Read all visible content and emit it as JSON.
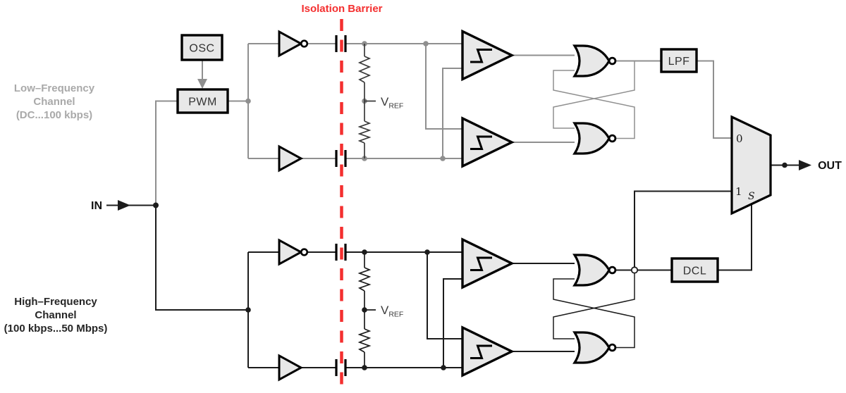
{
  "labels": {
    "isolation_barrier": "Isolation Barrier",
    "low_freq_channel": [
      "Low–Frequency",
      "Channel",
      "(DC...100 kbps)"
    ],
    "high_freq_channel": [
      "High–Frequency",
      "Channel",
      "(100 kbps...50 Mbps)"
    ],
    "in_port": "IN",
    "out_port": "OUT"
  },
  "blocks": {
    "osc": "OSC",
    "pwm": "PWM",
    "lpf": "LPF",
    "dcl": "DCL"
  },
  "vref": {
    "symbol": "V",
    "subscript": "REF"
  },
  "mux": {
    "input0": "0",
    "input1": "1",
    "select": "S"
  },
  "colors": {
    "barrier_red": "#f42f2f",
    "lf_wire_gray": "#8f8f8f",
    "hf_wire_black": "#1c1c1c",
    "component_fill": "#e8e8e8",
    "component_stroke": "#000000",
    "lf_text_gray": "#a9a9a9",
    "hf_text_black": "#262626"
  }
}
